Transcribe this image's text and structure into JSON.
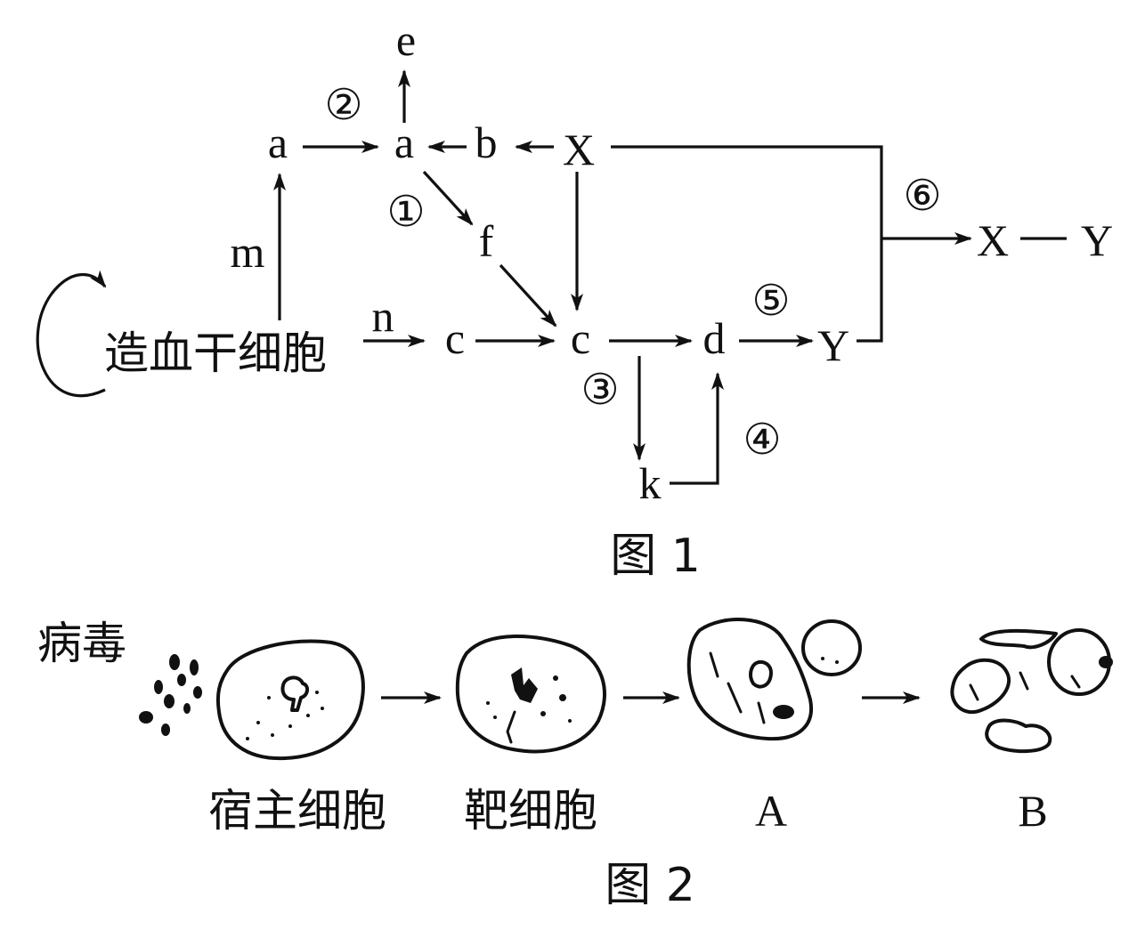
{
  "figure1": {
    "nodes": {
      "e": "e",
      "a_left": "a",
      "a_right": "a",
      "b": "b",
      "X": "X",
      "f": "f",
      "stem": "造血干细胞",
      "c_left": "c",
      "c_right": "c",
      "d": "d",
      "Y": "Y",
      "k": "k",
      "XY_X": "X",
      "XY_Y": "Y"
    },
    "edge_labels": {
      "m": "m",
      "n": "n",
      "step1": "①",
      "step2": "②",
      "step3": "③",
      "step4": "④",
      "step5": "⑤",
      "step6": "⑥"
    },
    "caption": "图 1"
  },
  "figure2": {
    "virus_label": "病毒",
    "cells": [
      {
        "label": "宿主细胞"
      },
      {
        "label": "靶细胞"
      },
      {
        "label": "A"
      },
      {
        "label": "B"
      }
    ],
    "caption": "图 2"
  }
}
